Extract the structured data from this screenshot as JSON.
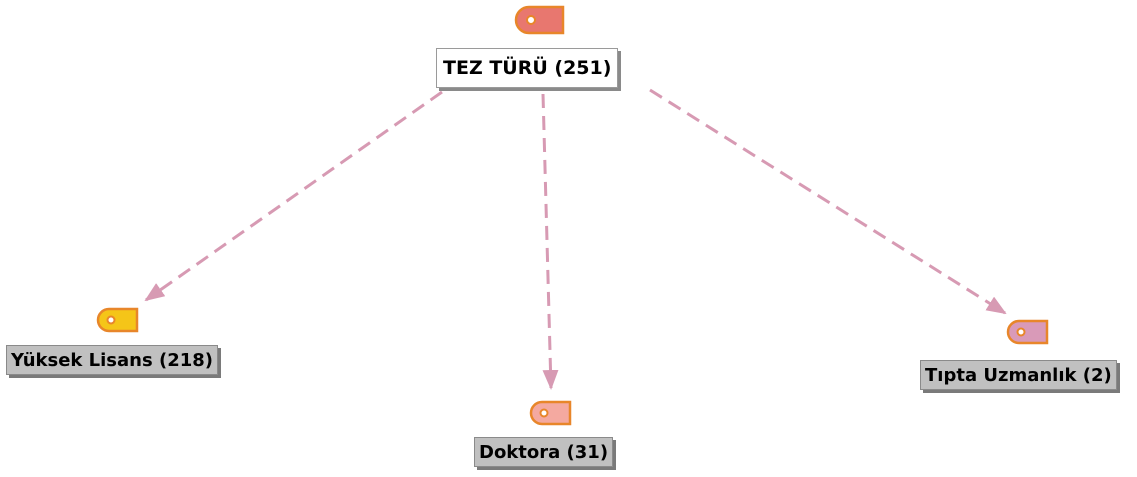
{
  "root": {
    "label": "TEZ TÜRÜ (251)",
    "tag_color": "#e8776f",
    "icon": "tag-icon"
  },
  "children": [
    {
      "id": "yuksek-lisans",
      "label": "Yüksek Lisans (218)",
      "tag_color": "#f5c518",
      "icon": "tag-icon"
    },
    {
      "id": "doktora",
      "label": "Doktora (31)",
      "tag_color": "#f4a9a0",
      "icon": "tag-icon"
    },
    {
      "id": "tipta-uzmanlik",
      "label": "Tıpta Uzmanlık (2)",
      "tag_color": "#d99ab8",
      "icon": "tag-icon"
    }
  ],
  "colors": {
    "edge": "#d79ab3",
    "tag_outline": "#e8862a"
  }
}
